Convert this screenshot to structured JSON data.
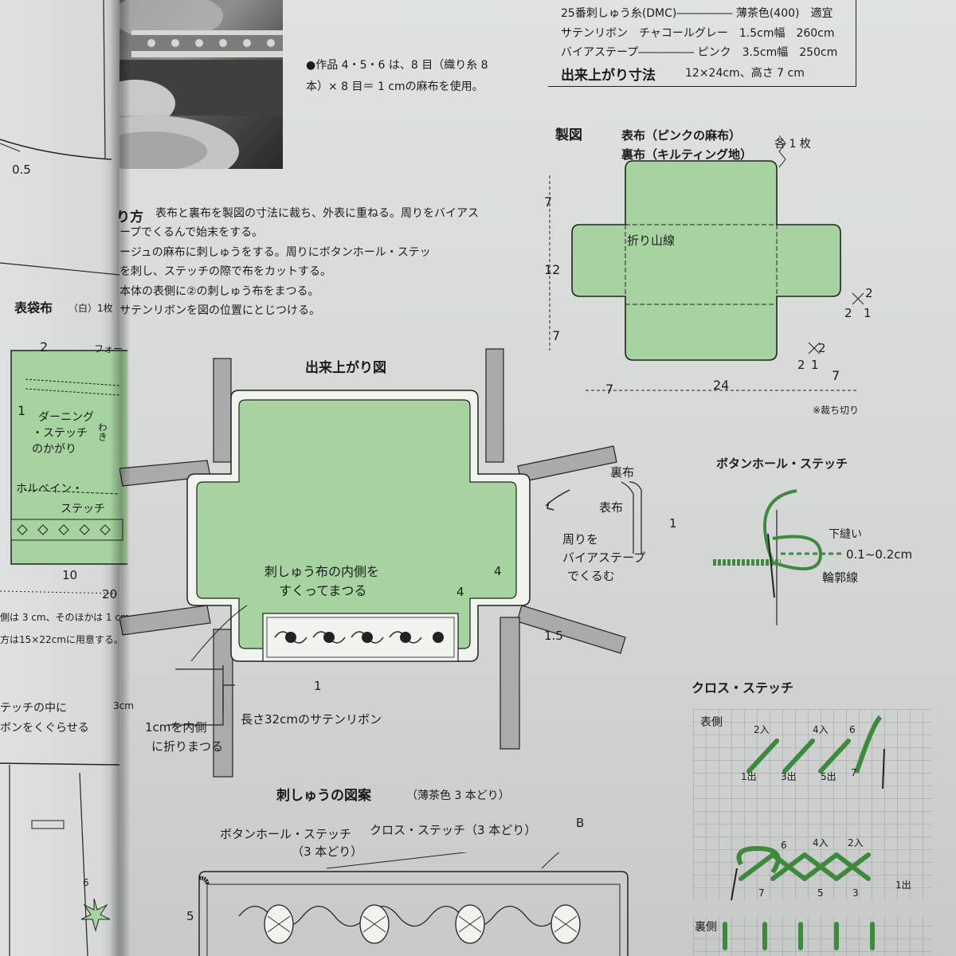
{
  "materials": {
    "thread": "25番刺しゅう糸(DMC)――――― 薄茶色(400)　適宜",
    "ribbon": "サテンリボン　チャコールグレー　1.5cm幅　260cm",
    "bias": "バイアステープ――――― ピンク　3.5cm幅　250cm",
    "size_label": "出来上がり寸法",
    "size_value": "12×24cm、高さ 7 cm"
  },
  "note": {
    "line1": "●作品 4・5・6 は、8 目（織り糸 8",
    "line2": "本）× 8 目＝ 1 cmの麻布を使用。"
  },
  "instructions": {
    "heading": "り方",
    "lines": [
      "表布と裏布を製図の寸法に裁ち、外表に重ねる。周りをバイアス",
      "ープでくるんで始末をする。",
      "ージュの麻布に刺しゅうをする。周りにボタンホール・ステッ",
      "を刺し、ステッチの際で布をカットする。",
      "本体の表側に②の刺しゅう布をまつる。",
      "サテンリボンを図の位置にとじつける。"
    ]
  },
  "left_page": {
    "dim_05": "0.5",
    "bag_title": "表袋布",
    "bag_sub": "（白）1枚",
    "fold": "フォー",
    "num2": "2",
    "num1": "1",
    "darning1": "ダーニング",
    "darning2": "・ステッチ",
    "darning3": "のかがり",
    "waki": "わき",
    "holbein1": "ホルベイン・",
    "holbein2": "ステッチ",
    "dim_10": "10",
    "dim_20": "20",
    "note1": "側は 3 cm、そのほかは 1 cm",
    "note2": "方は15×22cmに用意する。",
    "stitch1": "テッチの中に",
    "stitch2": "ボンをくぐらせる",
    "dim_3cm": "3cm",
    "dim_6": "6"
  },
  "drafting": {
    "title": "製図",
    "outer": "表布（ピンクの麻布）",
    "inner": "裏布（キルティング地）",
    "each": "各 1 枚",
    "fold_line": "折り山線",
    "cut_note": "※裁ち切り",
    "d7a": "7",
    "d12": "12",
    "d7b": "7",
    "d7c": "7",
    "d24": "24",
    "d7d": "7",
    "c2a": "2",
    "c2b": "2",
    "c1a": "1",
    "c2c": "2",
    "c2d": "2",
    "c1b": "1"
  },
  "finished": {
    "title": "出来上がり図",
    "outer_label": "表布",
    "inner_label": "裏布",
    "wrap1": "周りを",
    "wrap2": "バイアステープ",
    "wrap3": "でくるむ",
    "scoop1": "刺しゅう布の内側を",
    "scoop2": "すくってまつる",
    "num4a": "4",
    "num4b": "4",
    "num1a": "1",
    "num1b": "1",
    "num15": "1.5",
    "fold_in1": "1cmを内側",
    "fold_in2": "に折りまつる",
    "ribbon_len": "長さ32cmのサテンリボン"
  },
  "buttonhole": {
    "title": "ボタンホール・ステッチ",
    "under": "下縫い",
    "dist": "0.1~0.2cm",
    "outline": "輪郭線"
  },
  "cross": {
    "title": "クロス・ステッチ",
    "front": "表側",
    "back": "裏側",
    "in2": "2入",
    "in4": "4入",
    "n6": "6",
    "out1": "1出",
    "out3": "3出",
    "out5": "5出",
    "n7": "7",
    "r_n6": "6",
    "r_in4": "4入",
    "r_in2": "2入",
    "r_n7": "7",
    "r_n5": "5",
    "r_n3": "3",
    "r_out1": "1出"
  },
  "pattern": {
    "title": "刺しゅうの図案",
    "sub": "（薄茶色 3 本どり）",
    "bh": "ボタンホール・ステッチ",
    "bh_sub": "（3 本どり）",
    "cross": "クロス・ステッチ（3 本どり）",
    "b": "B",
    "dim5": "5"
  }
}
